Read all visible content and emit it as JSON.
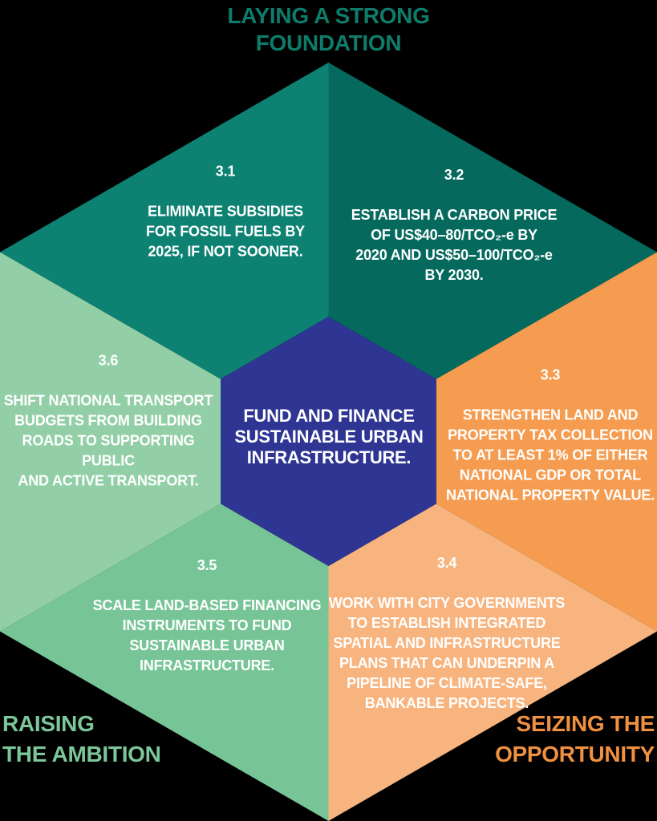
{
  "background_color": "#000000",
  "header": {
    "title": "LAYING A STRONG\nFOUNDATION",
    "color": "#0d7c6b"
  },
  "footer_labels": {
    "raising": {
      "text": "RAISING\nTHE AMBITION",
      "color": "#7cc79a"
    },
    "seizing": {
      "text": "SEIZING THE\nOPPORTUNITY",
      "color": "#ef9140"
    }
  },
  "center_hexagon": {
    "text": "FUND AND FINANCE\nSUSTAINABLE URBAN\nINFRASTRUCTURE.",
    "fill": "#2e3593",
    "text_color": "#ffffff"
  },
  "segments": [
    {
      "number": "3.1",
      "text": "ELIMINATE SUBSIDIES\nFOR FOSSIL FUELS BY\n2025, IF NOT SOONER.",
      "fill": "#0d8172",
      "text_color": "#ffffff",
      "position": "top-left"
    },
    {
      "number": "3.2",
      "text": "ESTABLISH A CARBON PRICE\nOF US$40–80/TCO₂-e BY\n2020 AND US$50–100/TCO₂-e\nBY 2030.",
      "fill": "#056a5d",
      "text_color": "#ffffff",
      "position": "top-right"
    },
    {
      "number": "3.3",
      "text": "STRENGTHEN LAND AND\nPROPERTY TAX COLLECTION\nTO AT LEAST 1% OF EITHER\nNATIONAL GDP OR TOTAL\nNATIONAL PROPERTY VALUE.",
      "fill": "#f59c50",
      "text_color": "#ffffff",
      "position": "right"
    },
    {
      "number": "3.4",
      "text": "WORK WITH CITY GOVERNMENTS\nTO ESTABLISH INTEGRATED\nSPATIAL AND INFRASTRUCTURE\nPLANS THAT CAN UNDERPIN A\nPIPELINE OF CLIMATE-SAFE,\nBANKABLE PROJECTS.",
      "fill": "#f8b47e",
      "text_color": "#ffffff",
      "position": "bottom-right"
    },
    {
      "number": "3.5",
      "text": "SCALE LAND-BASED FINANCING\nINSTRUMENTS TO FUND\nSUSTAINABLE URBAN\nINFRASTRUCTURE.",
      "fill": "#77c597",
      "text_color": "#ffffff",
      "position": "bottom-left"
    },
    {
      "number": "3.6",
      "text": "SHIFT NATIONAL TRANSPORT\nBUDGETS FROM BUILDING\nROADS TO SUPPORTING PUBLIC\nAND ACTIVE TRANSPORT.",
      "fill": "#93cfa6",
      "text_color": "#ffffff",
      "position": "left"
    }
  ]
}
